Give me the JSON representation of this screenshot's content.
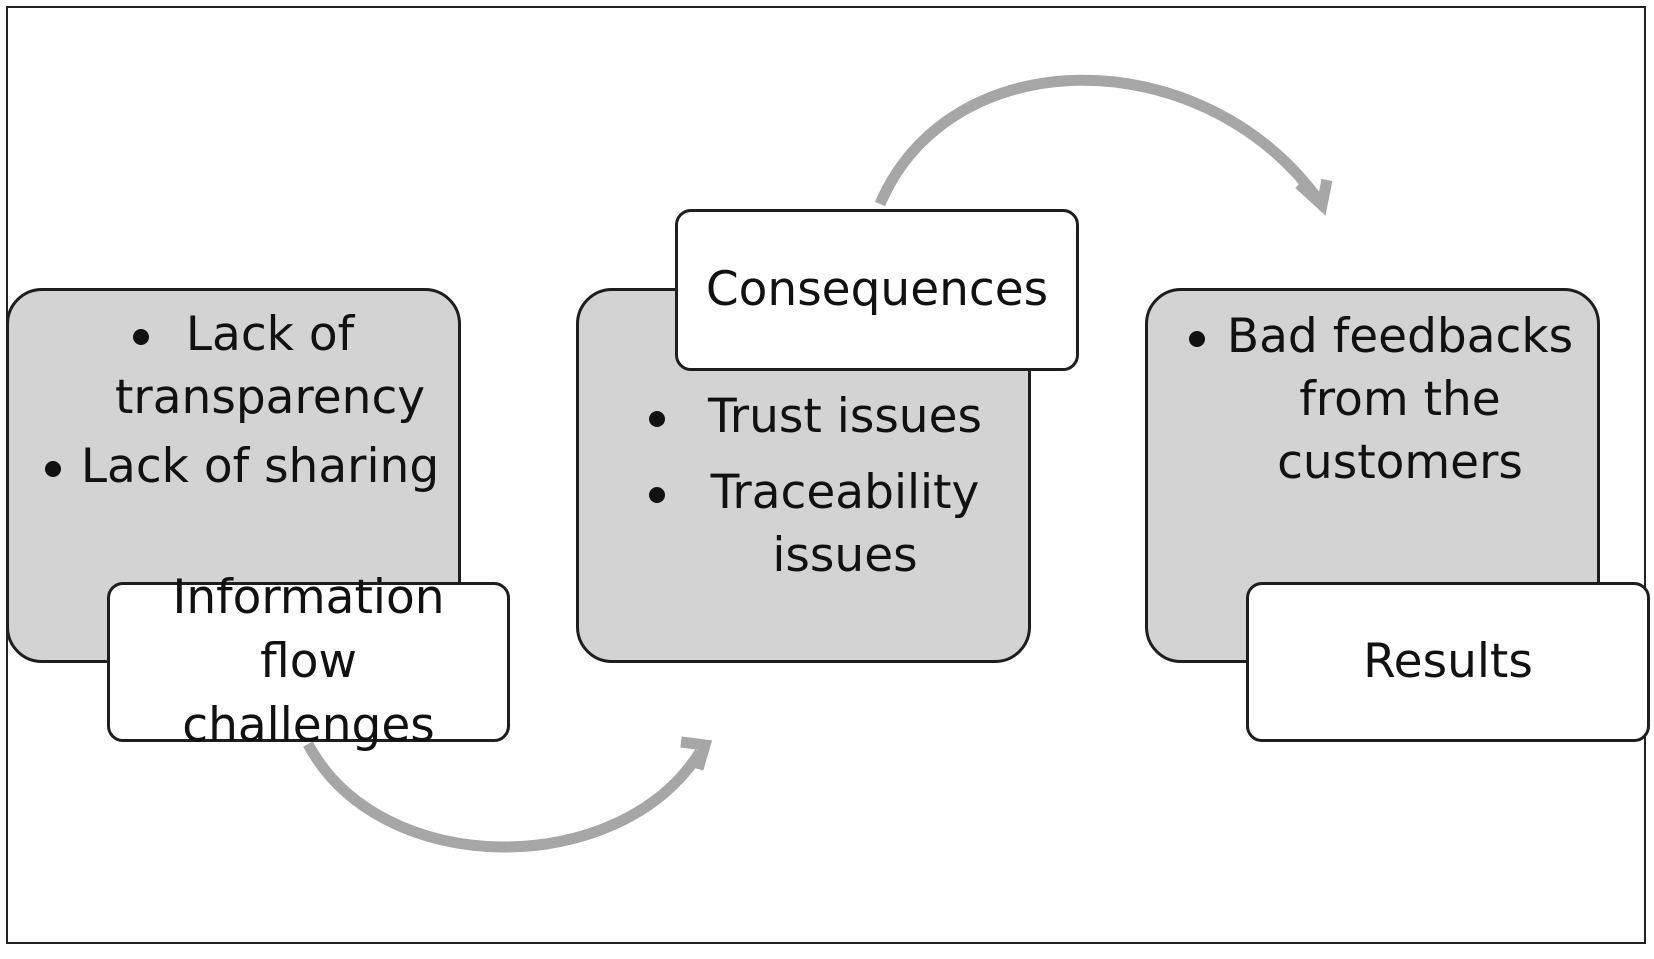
{
  "diagram": {
    "stages": [
      {
        "label": "Information flow challenges",
        "items": [
          "Lack of transparency",
          "Lack of sharing"
        ]
      },
      {
        "label": "Consequences",
        "items": [
          "Trust issues",
          "Traceability issues"
        ]
      },
      {
        "label": "Results",
        "items": [
          "Bad feedbacks from the customers"
        ]
      }
    ],
    "colors": {
      "box_fill": "#d3d3d3",
      "label_fill": "#ffffff",
      "border": "#1e1e1e",
      "arrow": "#a6a6a6"
    }
  }
}
